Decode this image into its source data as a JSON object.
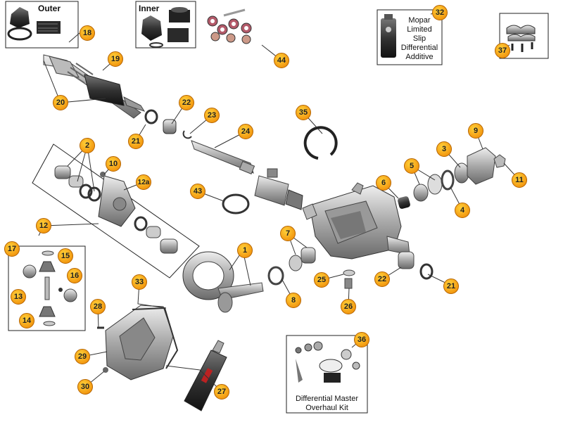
{
  "boxes": {
    "outer_label": "Outer",
    "inner_label": "Inner",
    "additive_lines": [
      "Mopar",
      "Limited",
      "Slip",
      "Differential",
      "Additive"
    ],
    "kit_lines": [
      "Differential Master",
      "Overhaul Kit"
    ]
  },
  "colors": {
    "badge_fill": "#f7a21c",
    "badge_border": "#b56400",
    "line": "#333333",
    "part_dark": "#555555",
    "part_mid": "#9a9a9a",
    "part_light": "#d8d8d8"
  },
  "callouts": {
    "c1": "1",
    "c2": "2",
    "c3": "3",
    "c4": "4",
    "c5": "5",
    "c6": "6",
    "c7": "7",
    "c8": "8",
    "c9": "9",
    "c10": "10",
    "c11": "11",
    "c12": "12",
    "c12a": "12a",
    "c13": "13",
    "c14": "14",
    "c15": "15",
    "c16": "16",
    "c17": "17",
    "c18": "18",
    "c19": "19",
    "c20": "20",
    "c21a": "21",
    "c21b": "21",
    "c22a": "22",
    "c22b": "22",
    "c23": "23",
    "c24": "24",
    "c25": "25",
    "c26": "26",
    "c27": "27",
    "c28": "28",
    "c29": "29",
    "c30": "30",
    "c32": "32",
    "c33": "33",
    "c35": "35",
    "c36": "36",
    "c37": "37",
    "c43": "43",
    "c44": "44"
  }
}
